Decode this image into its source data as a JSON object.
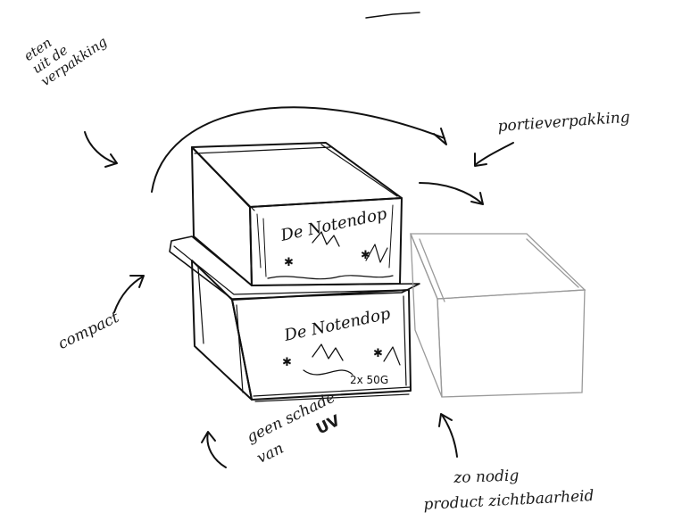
{
  "annotations": {
    "eten_lines": [
      "eten",
      "uit de",
      "verpakking"
    ],
    "portie": "portieverpakking",
    "compact": "compact",
    "schade_line1": "geen schade",
    "schade_line2": "van",
    "schade_uv": "UV",
    "zo_nodig": "zo nodig",
    "zichtbaarheid": "product zichtbaarheid"
  },
  "boxes": {
    "top_brand": "De Notendop",
    "bottom_brand": "De Notendop",
    "weight": "2x 50G"
  },
  "colors": {
    "ink": "#111111",
    "faint": "#9a9a9a",
    "background": "#ffffff"
  }
}
